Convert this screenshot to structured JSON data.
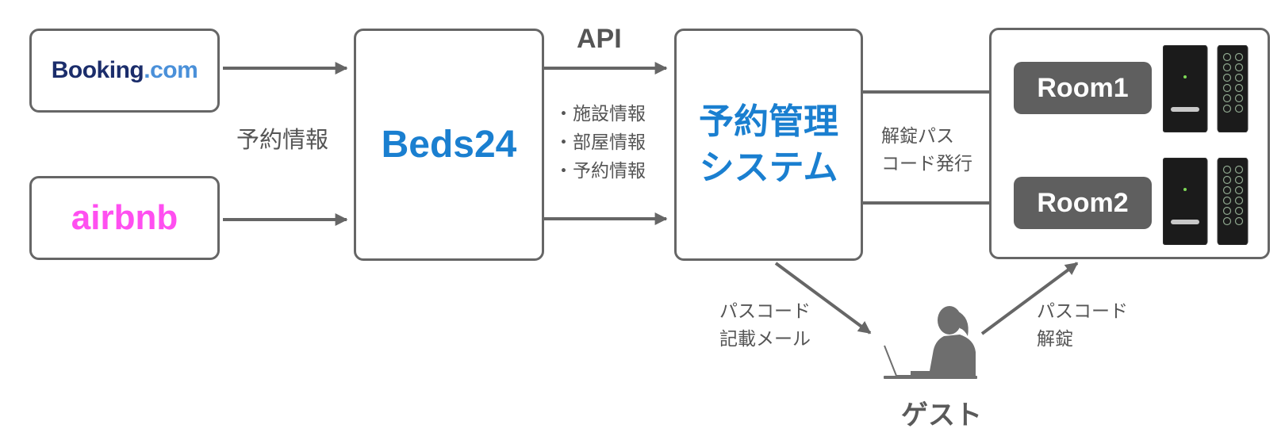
{
  "nodes": {
    "booking": {
      "name_part1": "Booking",
      "name_part2": ".com"
    },
    "airbnb": {
      "name": "airbnb"
    },
    "beds24": {
      "name": "Beds24"
    },
    "reservation_system": {
      "line1": "予約管理",
      "line2": "システム"
    },
    "room1": {
      "label": "Room1"
    },
    "room2": {
      "label": "Room2"
    },
    "guest": {
      "label": "ゲスト"
    }
  },
  "edges": {
    "ota_to_beds24": {
      "label": "予約情報"
    },
    "beds24_to_system": {
      "api_label": "API",
      "items": [
        "・施設情報",
        "・部屋情報",
        "・予約情報"
      ]
    },
    "system_to_rooms": {
      "line1": "解錠パス",
      "line2": "コード発行"
    },
    "system_to_guest": {
      "line1": "パスコード",
      "line2": "記載メール"
    },
    "guest_to_rooms": {
      "line1": "パスコード",
      "line2": "解錠"
    }
  },
  "colors": {
    "border": "#666666",
    "booking_dark": "#1b2d6b",
    "booking_light": "#4a90d9",
    "airbnb": "#ff4ff0",
    "accent_blue": "#1a7fd0",
    "room_fill": "#5f5f5f",
    "label_gray": "#555555"
  }
}
